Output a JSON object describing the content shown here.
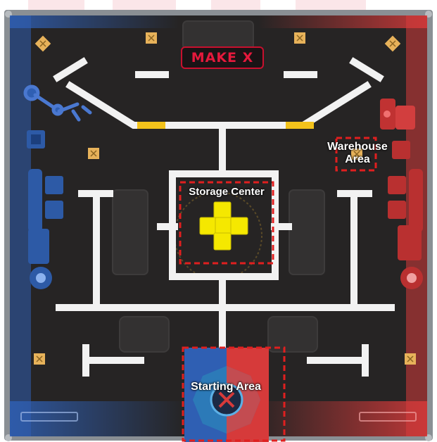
{
  "brand": {
    "text": "MAKE X"
  },
  "zones": {
    "warehouse": {
      "line1": "Warehouse",
      "line2": "Area"
    },
    "storage": {
      "label": "Storage Center"
    },
    "starting": {
      "label": "Starting Area"
    }
  },
  "colors": {
    "field_bg": "#262424",
    "frame": "#8a8f94",
    "blue_team": "#2f5fb3",
    "red_team": "#d63a3a",
    "track": "#f2f2f2",
    "yellow_marker": "#f2c21b",
    "cross_yellow": "#f5e800",
    "dashed_highlight": "#e01f1f",
    "crate_orange": "#e7b25a"
  }
}
